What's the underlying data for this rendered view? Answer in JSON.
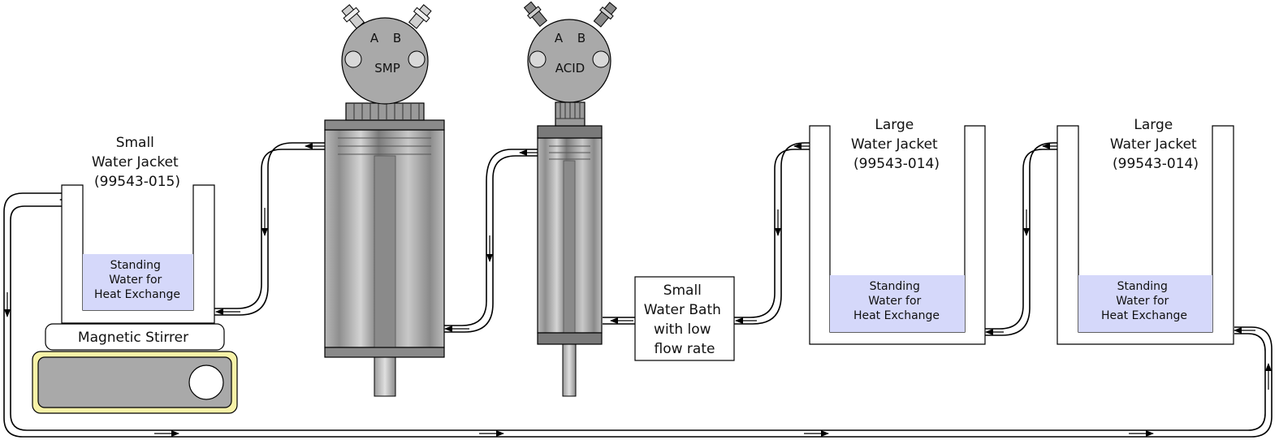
{
  "small_jacket": {
    "title": [
      "Small",
      "Water Jacket",
      "(99543-015)"
    ],
    "water": [
      "Standing",
      "Water for",
      "Heat Exchange"
    ]
  },
  "stirrer": {
    "label": "Magnetic Stirrer"
  },
  "smp_pump": {
    "port_a": "A",
    "port_b": "B",
    "name": "SMP"
  },
  "acid_pump": {
    "port_a": "A",
    "port_b": "B",
    "name": "ACID"
  },
  "small_bath": {
    "label": [
      "Small",
      "Water Bath",
      "with low",
      "flow rate"
    ]
  },
  "large_jacket_1": {
    "title": [
      "Large",
      "Water Jacket",
      "(99543-014)"
    ],
    "water": [
      "Standing",
      "Water for",
      "Heat Exchange"
    ]
  },
  "large_jacket_2": {
    "title": [
      "Large",
      "Water Jacket",
      "(99543-014)"
    ],
    "water": [
      "Standing",
      "Water for",
      "Heat Exchange"
    ]
  },
  "colors": {
    "water": "#d5d8fa",
    "stirrer_base": "#f7f2a8",
    "pump_gray": "#a9a9a9",
    "tube": "#000000"
  }
}
